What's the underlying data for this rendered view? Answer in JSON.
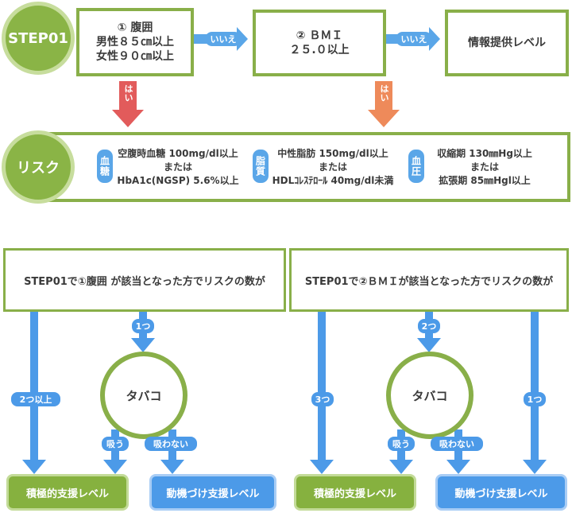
{
  "step01": {
    "label": "STEP01"
  },
  "box1": {
    "text": "① 腹囲\n男性８５㎝以上\n女性９０㎝以上"
  },
  "box2": {
    "text": "② ＢＭＩ\n２５.０以上"
  },
  "box3": {
    "text": "情報提供レベル"
  },
  "iie1": "いいえ",
  "iie2": "いいえ",
  "hai1": "はい",
  "hai2": "はい",
  "risk": {
    "label": "リスク"
  },
  "tag_blood_sugar": "血糖",
  "tag_lipid": "脂質",
  "tag_bp": "血圧",
  "blood_sugar_text": "空腹時血糖 100mg/dl以上\nまたは\nHbA1c(NGSP) 5.6%以上",
  "lipid_text": "中性脂肪 150mg/dl以上\nまたは\nHDLｺﾚｽﾃﾛｰﾙ 40mg/dl未満",
  "bp_text": "収縮期 130㎜Hg以上\nまたは\n拡張期 85㎜Hgl以上",
  "left": {
    "question": "STEP01で①腹囲 が該当となった方でリスクの数が",
    "count_many": "2つ以上",
    "count_mid": "1つ",
    "tabaco": "タバコ",
    "smoke": "吸う",
    "nosmoke": "吸わない",
    "result_active": "積極的支援レベル",
    "result_motivation": "動機づけ支援レベル"
  },
  "right": {
    "question": "STEP01で②ＢＭＩが該当となった方でリスクの数が",
    "count_many": "3つ",
    "count_mid": "2つ",
    "count_one": "1つ",
    "tabaco": "タバコ",
    "smoke": "吸う",
    "nosmoke": "吸わない",
    "result_active": "積極的支援レベル",
    "result_motivation": "動機づけ支援レベル"
  },
  "colors": {
    "green": "#89af49",
    "blue": "#5aa6e8",
    "red_arrow": "#e25b5b",
    "orange_arrow": "#ee8a5a"
  }
}
